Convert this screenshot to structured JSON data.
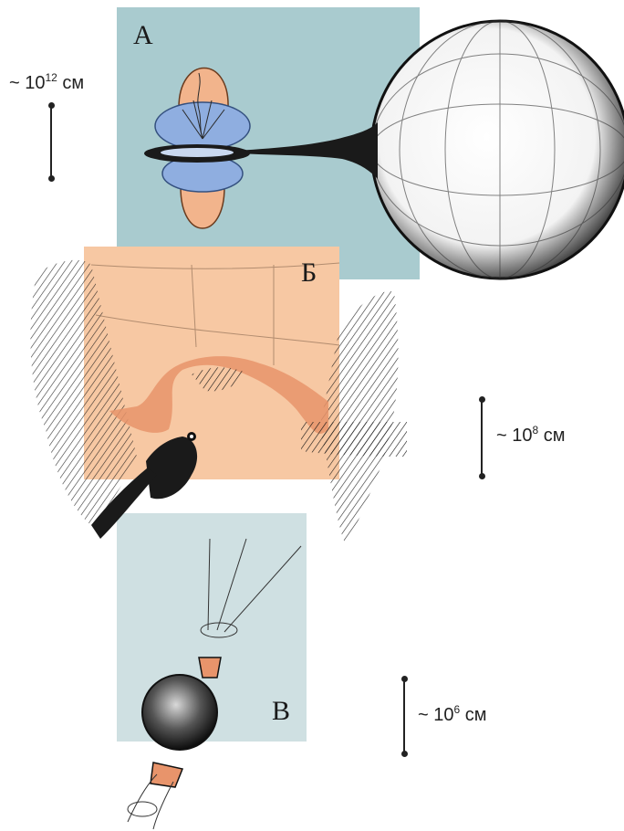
{
  "panels": [
    {
      "id": "a",
      "label": "А"
    },
    {
      "id": "b",
      "label": "Б"
    },
    {
      "id": "c",
      "label": "В"
    }
  ],
  "scales": [
    {
      "prefix": "~ 10",
      "exponent": "12",
      "unit": " см"
    },
    {
      "prefix": "~ 10",
      "exponent": "8",
      "unit": " см"
    },
    {
      "prefix": "~ 10",
      "exponent": "6",
      "unit": " см"
    }
  ],
  "colors": {
    "panel_a": "#a9cbcf",
    "panel_b": "#f7c8a3",
    "panel_c": "#cfe0e2",
    "lobe_orange": "#f2b48c",
    "lobe_blue": "#8faee0",
    "ink": "#1a1a1a"
  }
}
